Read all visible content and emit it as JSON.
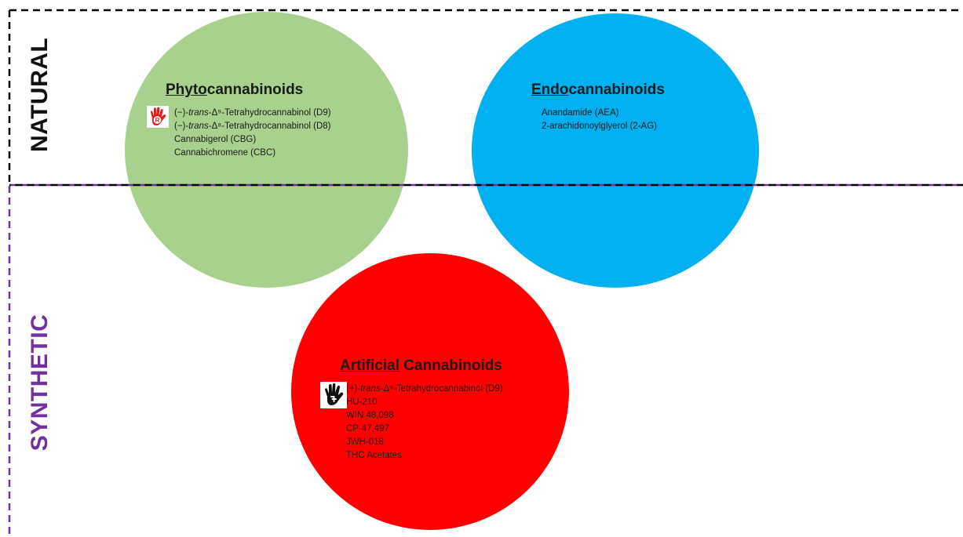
{
  "sections": {
    "natural": "NATURAL",
    "synthetic": "SYNTHETIC"
  },
  "colors": {
    "phyto": "#a9d18e",
    "endo": "#00b0f0",
    "artificial": "#ff0000",
    "synthetic_divider": "#7030a0",
    "natural_divider": "#000000"
  },
  "groups": {
    "phyto": {
      "title_underlined": "Phyto",
      "title_rest": "cannabinoids",
      "icon": "red-hand-r-icon",
      "items": [
        {
          "prefix": "(−)-",
          "italic": "trans",
          "rest": "-Δ⁹-Tetrahydrocannabinol (D9)"
        },
        {
          "prefix": "(−)-",
          "italic": "trans",
          "rest": "-Δ⁸-Tetrahydrocannabinol (D8)"
        },
        {
          "prefix": "Cannabigerol (CBG)",
          "italic": "",
          "rest": ""
        },
        {
          "prefix": "Cannabichromene (CBC)",
          "italic": "",
          "rest": ""
        }
      ]
    },
    "endo": {
      "title_underlined": "Endo",
      "title_rest": "cannabinoids",
      "items": [
        {
          "prefix": "Anandamide (AEA)",
          "italic": "",
          "rest": ""
        },
        {
          "prefix": "2-arachidonoylglyerol (2-AG)",
          "italic": "",
          "rest": ""
        }
      ]
    },
    "artificial": {
      "title_underlined": "Artificial",
      "title_rest": " Cannabinoids",
      "icon": "black-hand-icon",
      "items": [
        {
          "prefix": "(+)-",
          "italic": "trans",
          "rest": "-Δ⁹-Tetrahydrocannabinol (D9)"
        },
        {
          "prefix": "HU-210",
          "italic": "",
          "rest": ""
        },
        {
          "prefix": "WIN 48,098",
          "italic": "",
          "rest": ""
        },
        {
          "prefix": "CP-47,497",
          "italic": "",
          "rest": ""
        },
        {
          "prefix": "JWH-018",
          "italic": "",
          "rest": ""
        },
        {
          "prefix": "THC Acetates",
          "italic": "",
          "rest": ""
        }
      ]
    }
  }
}
